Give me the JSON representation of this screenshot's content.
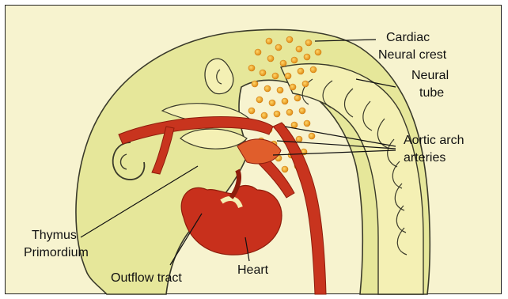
{
  "labels": {
    "cardiac": "Cardiac",
    "neural_crest": "Neural crest",
    "neural": "Neural",
    "tube": "tube",
    "aortic": "Aortic arch",
    "arteries": "arteries",
    "thymus": "Thymus",
    "primordium": "Primordium",
    "outflow": "Outflow tract",
    "heart": "Heart"
  },
  "colors": {
    "background": "#f7f3cf",
    "embryo": "#e6e79a",
    "outline": "#3a3a2a",
    "artery": "#c8341e",
    "heart": "#c8301c",
    "crest_cells": "#f0a524"
  }
}
